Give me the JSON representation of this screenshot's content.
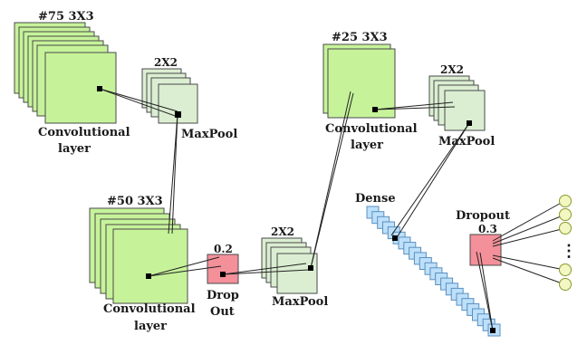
{
  "labels": {
    "conv1_filters": "#75 3X3",
    "conv1_name_1": "Convolutional",
    "conv1_name_2": "layer",
    "pool1_size": "2X2",
    "pool1_name": "MaxPool",
    "conv2_filters": "#50 3X3",
    "conv2_name_1": "Convolutional",
    "conv2_name_2": "layer",
    "drop1_rate": "0.2",
    "drop1_name_1": "Drop",
    "drop1_name_2": "Out",
    "pool2_size": "2X2",
    "pool2_name": "MaxPool",
    "conv3_filters": "#25 3X3",
    "conv3_name_1": "Convolutional",
    "conv3_name_2": "layer",
    "pool3_size": "2X2",
    "pool3_name": "MaxPool",
    "dense_name": "Dense",
    "drop2_name": "Dropout",
    "drop2_rate": "0.3",
    "ellipsis": "⋮"
  },
  "colors": {
    "conv": "#c6f39a",
    "pool": "#dbeed2",
    "dropout": "#f4909a",
    "dense": "#bde0fb",
    "output": "#f3f7c2"
  }
}
